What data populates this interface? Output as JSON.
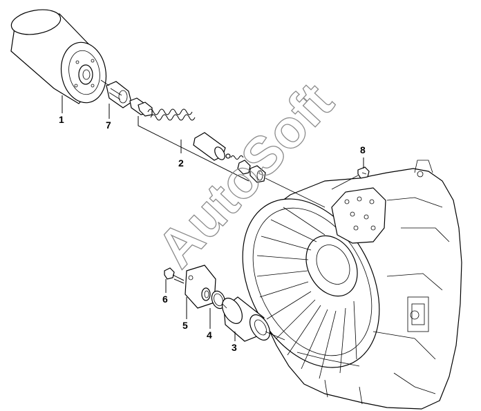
{
  "watermark": "AutoSoft",
  "callouts": [
    {
      "id": "1",
      "text": "1"
    },
    {
      "id": "2",
      "text": "2"
    },
    {
      "id": "3",
      "text": "3"
    },
    {
      "id": "4",
      "text": "4"
    },
    {
      "id": "5",
      "text": "5"
    },
    {
      "id": "6",
      "text": "6"
    },
    {
      "id": "7",
      "text": "7"
    },
    {
      "id": "8",
      "text": "8"
    }
  ]
}
